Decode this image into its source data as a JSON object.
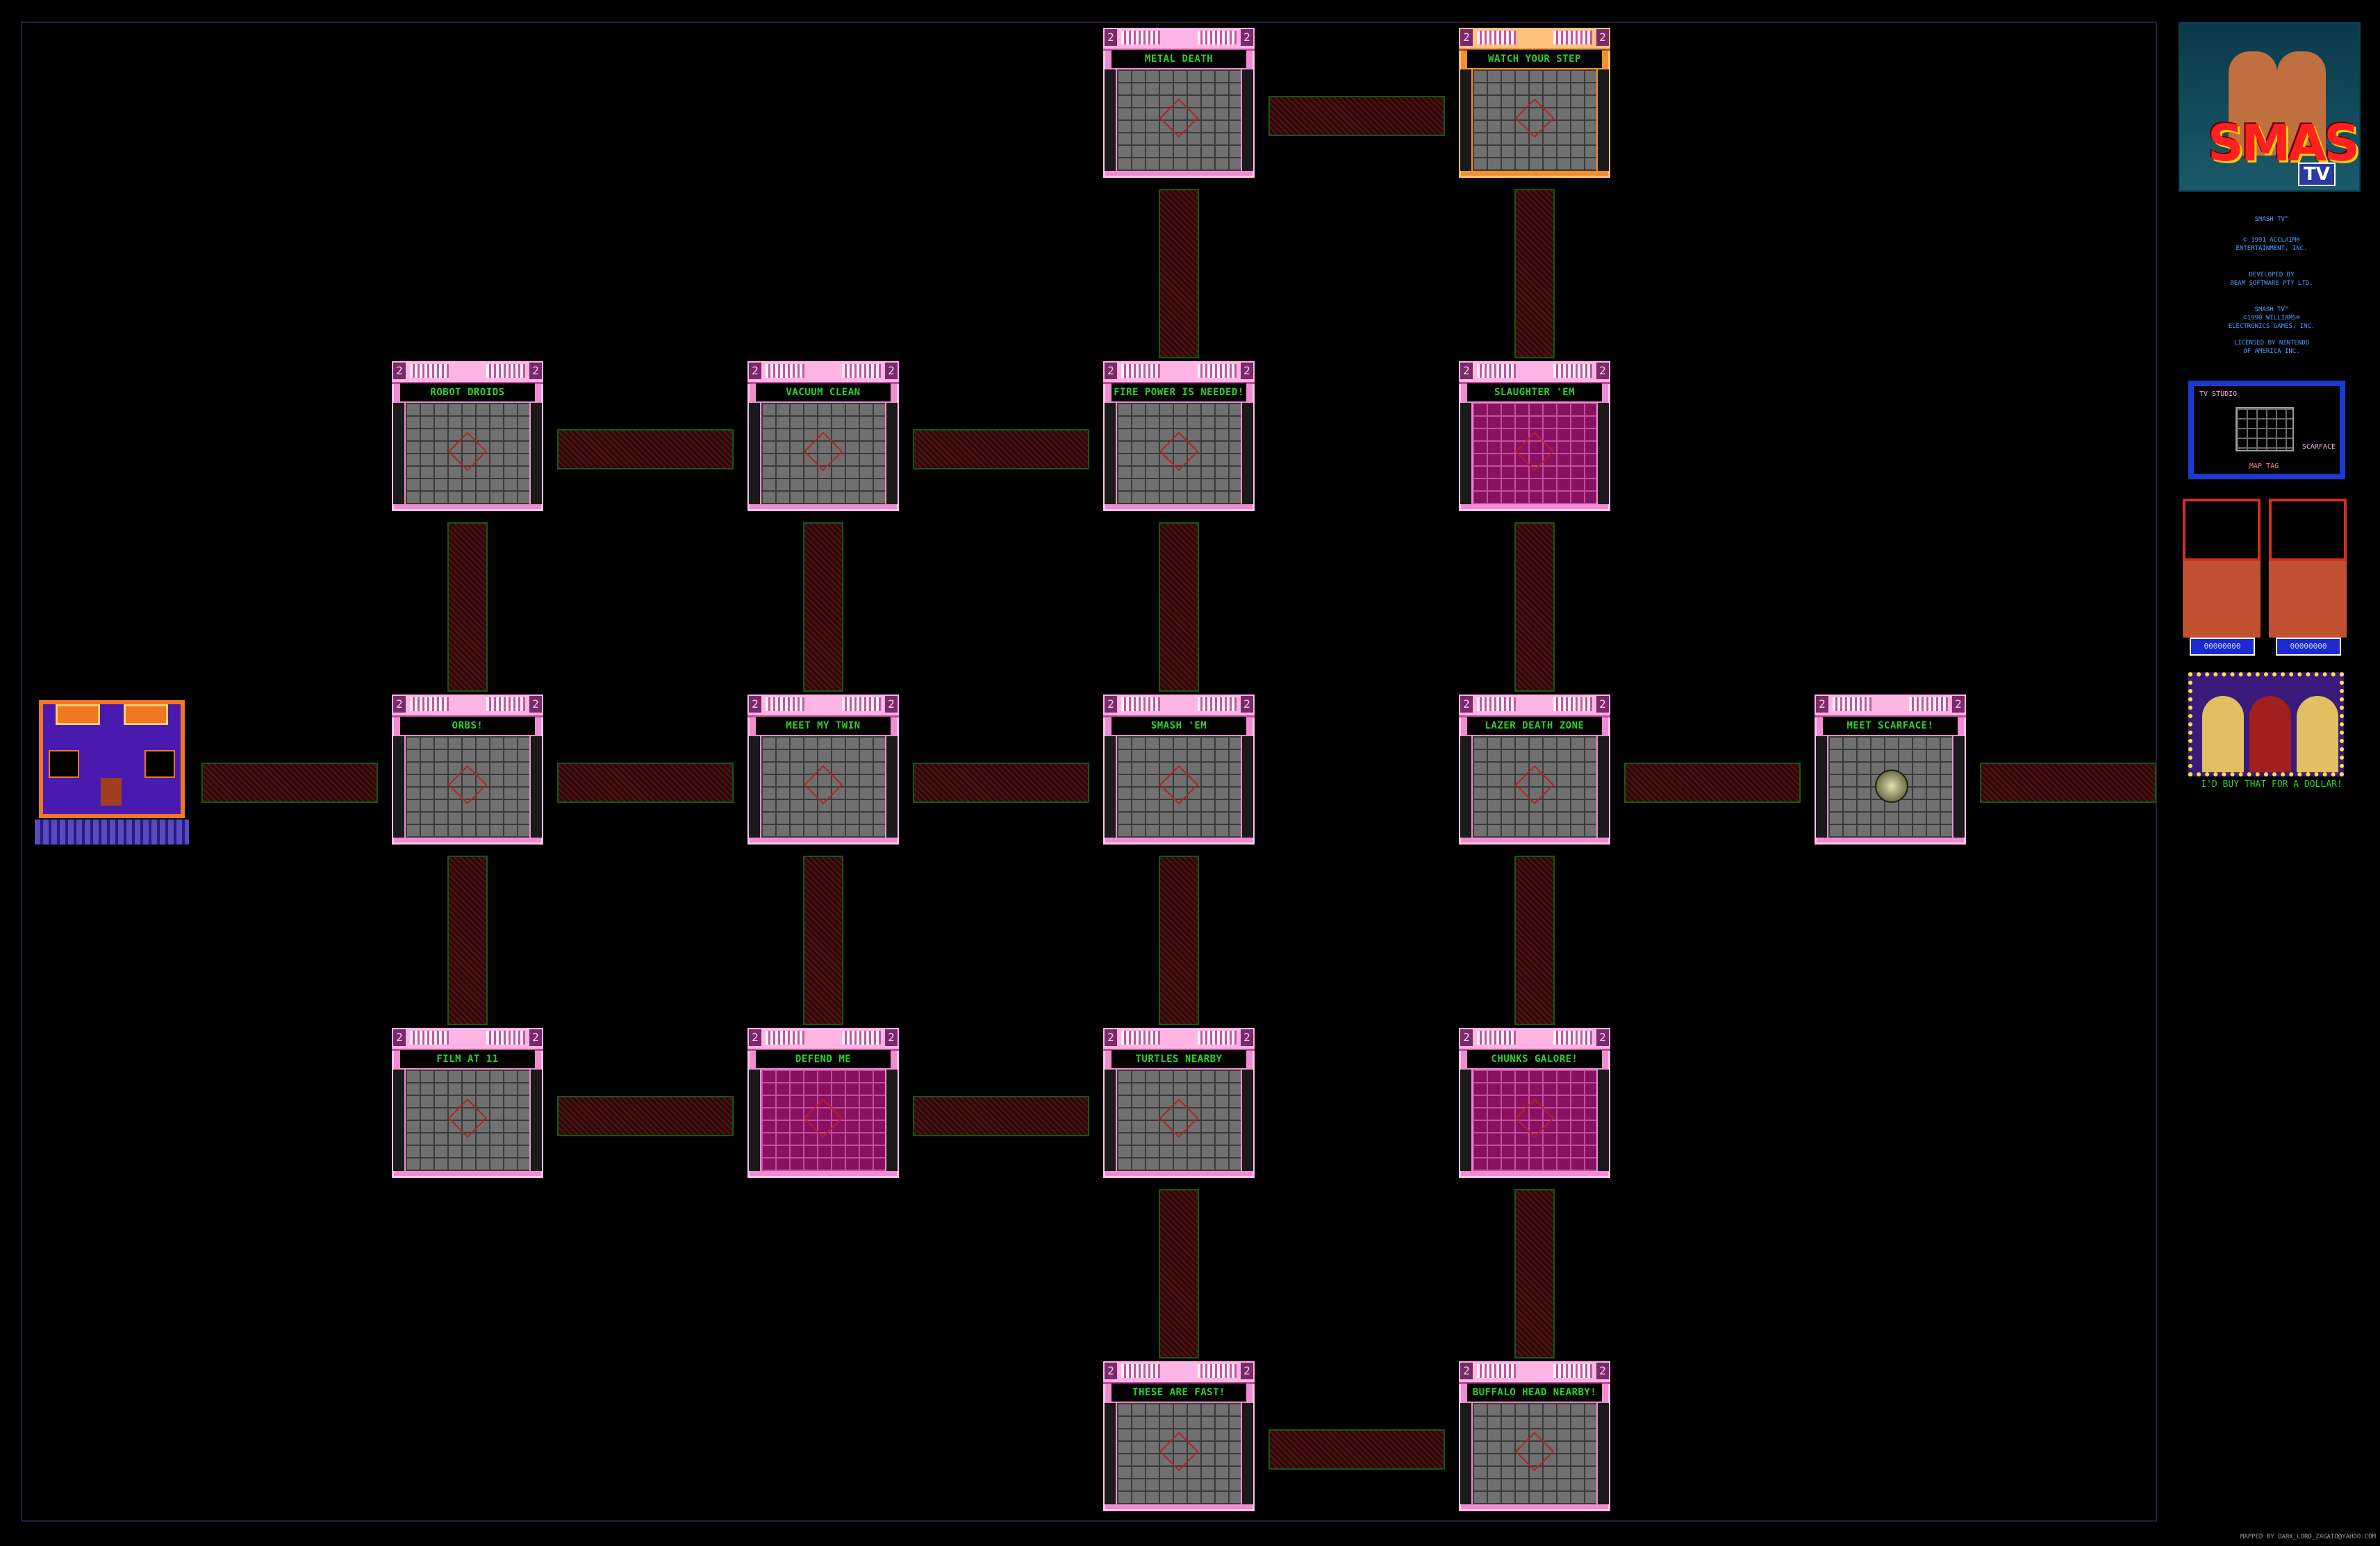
{
  "game": "Smash TV",
  "rooms": [
    {
      "id": "metal-death",
      "title": "METAL DEATH",
      "style": "gray"
    },
    {
      "id": "watch-your-step",
      "title": "WATCH YOUR STEP",
      "style": "gold"
    },
    {
      "id": "robot-droids",
      "title": "ROBOT DROIDS",
      "style": "gray"
    },
    {
      "id": "vacuum-clean",
      "title": "VACUUM CLEAN",
      "style": "gray"
    },
    {
      "id": "fire-power",
      "title": "FIRE POWER IS NEEDED!",
      "style": "gray"
    },
    {
      "id": "slaughter-em",
      "title": "SLAUGHTER 'EM",
      "style": "pink"
    },
    {
      "id": "orbs",
      "title": "ORBS!",
      "style": "gray"
    },
    {
      "id": "meet-my-twin",
      "title": "MEET MY TWIN",
      "style": "gray"
    },
    {
      "id": "smash-em",
      "title": "SMASH 'EM",
      "style": "gray"
    },
    {
      "id": "lazer-death-zone",
      "title": "LAZER DEATH ZONE",
      "style": "gray"
    },
    {
      "id": "meet-scarface",
      "title": "MEET SCARFACE!",
      "style": "gray",
      "boss": true
    },
    {
      "id": "film-at-11",
      "title": "FILM AT 11",
      "style": "gray"
    },
    {
      "id": "defend-me",
      "title": "DEFEND ME",
      "style": "pink"
    },
    {
      "id": "turtles-nearby",
      "title": "TURTLES NEARBY",
      "style": "gray"
    },
    {
      "id": "chunks-galore",
      "title": "CHUNKS GALORE!",
      "style": "pink"
    },
    {
      "id": "these-are-fast",
      "title": "THESE ARE FAST!",
      "style": "gray"
    },
    {
      "id": "buffalo-head-nearby",
      "title": "BUFFALO HEAD NEARBY!",
      "style": "gray"
    }
  ],
  "room_badge": "2",
  "sidebar": {
    "logo_text": "SMASH",
    "logo_tv": "TV",
    "credits": [
      "SMASH TV™",
      "© 1991 ACCLAIM®\nENTERTAINMENT, INC.",
      "DEVELOPED BY\nBEAM SOFTWARE PTY LTD.",
      "SMASH TV™\n©1990 WILLIAMS®\nELECTRONICS GAMES, INC.",
      "LICENSED BY NINTENDO\nOF AMERICA INC."
    ],
    "studio_label": "TV STUDIO",
    "scarface_label": "SCARFACE",
    "map_tag": "MAP TAG",
    "score_left": "00000000",
    "score_right": "00000000",
    "finale_caption": "I'D BUY THAT FOR A DOLLAR!"
  },
  "footer": {
    "mapped_by": "MAPPED BY DARK_LORD_ZAGATO@YAHOO.COM"
  },
  "colors": {
    "room_frame": "#f08cd0",
    "title_text": "#2ed02e",
    "corridor": "#3a0a0a",
    "corridor_border": "#0f5a12"
  }
}
